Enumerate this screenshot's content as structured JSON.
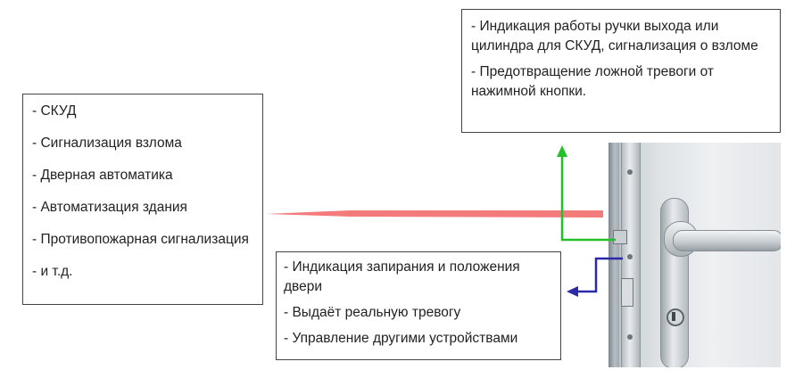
{
  "left_box": {
    "items": [
      "- СКУД",
      "- Сигнализация взлома",
      "- Дверная  автоматика",
      "- Автоматизация здания",
      "- Противопожарная сигнализация",
      "- и т.д."
    ]
  },
  "top_box": {
    "items": [
      "- Индикация работы ручки выхода или цилиндра для СКУД, сигнализация о взломе",
      "- Предотвращение ложной тревоги от нажимной кнопки."
    ]
  },
  "bottom_box": {
    "items": [
      "- Индикация запирания и положения двери",
      "- Выдаёт реальную тревогу",
      "- Управление другими устройствами"
    ]
  },
  "colors": {
    "red_arrow": "#f26d6d",
    "green_arrow": "#22c02a",
    "blue_arrow": "#2a2aa8",
    "box_border": "#444444"
  }
}
